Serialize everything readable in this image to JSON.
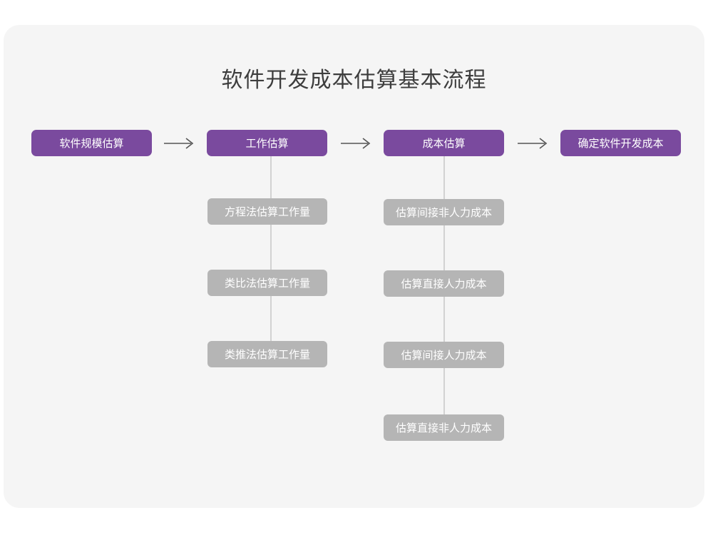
{
  "title": "软件开发成本估算基本流程",
  "colors": {
    "card_bg": "#f5f5f5",
    "page_bg": "#ffffff",
    "primary": "#7a4a9e",
    "secondary": "#b5b5b5",
    "connector": "#d2d2d2",
    "arrow": "#555555",
    "title_text": "#3d3d3d",
    "node_text": "#ffffff"
  },
  "flow": {
    "stages": [
      {
        "label": "软件规模估算",
        "substeps": []
      },
      {
        "label": "工作估算",
        "substeps": [
          "方程法估算工作量",
          "类比法估算工作量",
          "类推法估算工作量"
        ]
      },
      {
        "label": "成本估算",
        "substeps": [
          "估算间接非人力成本",
          "估算直接人力成本",
          "估算间接人力成本",
          "估算直接非人力成本"
        ]
      },
      {
        "label": "确定软件开发成本",
        "substeps": []
      }
    ],
    "arrows": [
      "arrow-right",
      "arrow-right",
      "arrow-right"
    ]
  }
}
